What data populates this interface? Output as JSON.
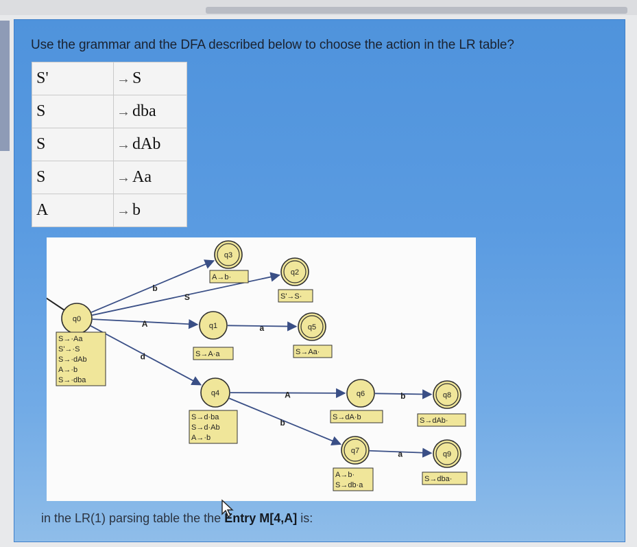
{
  "question": {
    "text": "Use the grammar and the DFA described below to choose the action in the LR table?"
  },
  "grammar": {
    "arrow": "→",
    "rules": [
      {
        "lhs": "S'",
        "rhs": "S"
      },
      {
        "lhs": "S",
        "rhs": "dba"
      },
      {
        "lhs": "S",
        "rhs": "dAb"
      },
      {
        "lhs": "S",
        "rhs": "Aa"
      },
      {
        "lhs": "A",
        "rhs": "b"
      }
    ]
  },
  "dfa": {
    "states": [
      {
        "name": "q0",
        "items": [
          "S→·Aa",
          "S'→·S",
          "S→·dAb",
          "A→·b",
          "S→·dba"
        ]
      },
      {
        "name": "q3",
        "items": [
          "A→b·"
        ]
      },
      {
        "name": "q2",
        "items": [
          "S'→S·"
        ]
      },
      {
        "name": "q1",
        "items": [
          "S→A·a"
        ]
      },
      {
        "name": "q5",
        "items": [
          "S→Aa·"
        ]
      },
      {
        "name": "q4",
        "items": [
          "S→d·ba",
          "S→d·Ab",
          "A→·b"
        ]
      },
      {
        "name": "q6",
        "items": [
          "S→dA·b"
        ]
      },
      {
        "name": "q8",
        "items": [
          "S→dAb·"
        ]
      },
      {
        "name": "q7",
        "items": [
          "A→b·",
          "S→db·a"
        ]
      },
      {
        "name": "q9",
        "items": [
          "S→dba·"
        ]
      }
    ],
    "transitions": [
      {
        "from": "q0",
        "to": "q3",
        "label": "b"
      },
      {
        "from": "q0",
        "to": "q2",
        "label": "S"
      },
      {
        "from": "q0",
        "to": "q1",
        "label": "A"
      },
      {
        "from": "q0",
        "to": "q4",
        "label": "d"
      },
      {
        "from": "q1",
        "to": "q5",
        "label": "a"
      },
      {
        "from": "q4",
        "to": "q6",
        "label": "A"
      },
      {
        "from": "q4",
        "to": "q7",
        "label": "b"
      },
      {
        "from": "q6",
        "to": "q8",
        "label": "b"
      },
      {
        "from": "q7",
        "to": "q9",
        "label": "a"
      }
    ]
  },
  "prompt": {
    "prefix": "in the LR(1) parsing table the the",
    "entry": "Entry M[4,A]",
    "suffix": "is:"
  },
  "icons": {
    "cursor": "mouse-pointer-icon"
  },
  "colors": {
    "panel": "#5a9be1",
    "state_fill": "#f0e69a",
    "state_stroke": "#2f2f2f",
    "edge": "#3a4f86"
  }
}
